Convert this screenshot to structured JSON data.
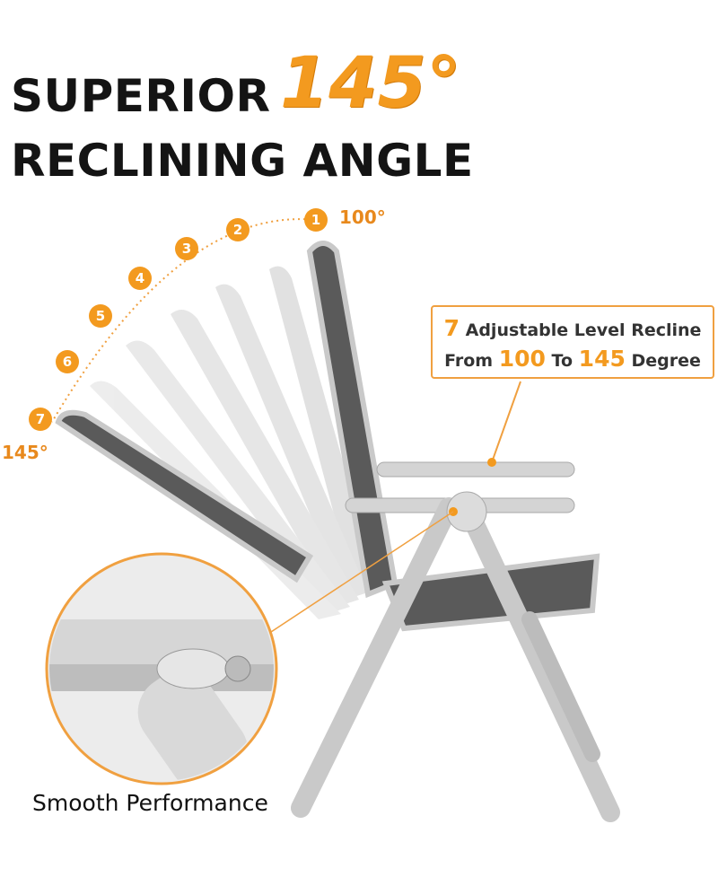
{
  "headline": {
    "line1": "SUPERIOR",
    "angle": "145°",
    "line2": "RECLINING ANGLE"
  },
  "recline": {
    "start_label": "100°",
    "end_label": "145°",
    "steps": [
      "1",
      "2",
      "3",
      "4",
      "5",
      "6",
      "7"
    ]
  },
  "info_box": {
    "levels": "7",
    "line1_text": "Adjustable Level Recline",
    "from_word": "From",
    "from_value": "100",
    "to_word": "To",
    "to_value": "145",
    "unit_word": "Degree"
  },
  "caption": "Smooth Performance",
  "colors": {
    "accent": "#f39a1f",
    "frame": "#c9c9c9",
    "mesh": "#5a5a5a",
    "text": "#141414"
  }
}
